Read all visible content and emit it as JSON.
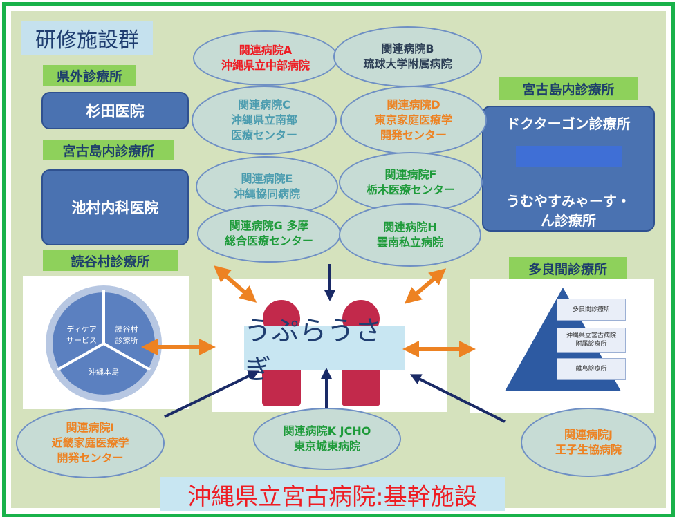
{
  "title": "研修施設群",
  "bottom_title": "沖縄県立宮古病院:基幹施設",
  "center_label": "うぷらうさぎ",
  "labels": {
    "kengai": "県外診療所",
    "miyako_left": "宮古島内診療所",
    "yomitan": "読谷村診療所",
    "miyako_right": "宮古島内診療所",
    "tarama": "多良間診療所"
  },
  "clinics": {
    "sugita": "杉田医院",
    "ikemura": "池村内科医院",
    "doctor_gon": "ドクターゴン診療所",
    "umuyasu_line1": "うむやすみゃーす・",
    "umuyasu_line2": "ん診療所"
  },
  "hospitals": [
    {
      "id": "A",
      "line1": "関連病院A",
      "line2": "沖縄県立中部病院",
      "line3": ""
    },
    {
      "id": "B",
      "line1": "関連病院B",
      "line2": "琉球大学附属病院",
      "line3": ""
    },
    {
      "id": "C",
      "line1": "関連病院C",
      "line2": "沖縄県立南部",
      "line3": "医療センター"
    },
    {
      "id": "D",
      "line1": "関連病院D",
      "line2": "東京家庭医療学",
      "line3": "開発センター"
    },
    {
      "id": "E",
      "line1": "関連病院E",
      "line2": "沖縄協同病院",
      "line3": ""
    },
    {
      "id": "F",
      "line1": "関連病院F",
      "line2": "栃木医療センター",
      "line3": ""
    },
    {
      "id": "G",
      "line1": "関連病院G 多摩",
      "line2": "総合医療センター",
      "line3": ""
    },
    {
      "id": "H",
      "line1": "関連病院H",
      "line2": "雲南私立病院",
      "line3": ""
    },
    {
      "id": "I",
      "line1": "関連病院I",
      "line2": "近畿家庭医療学",
      "line3": "開発センター"
    },
    {
      "id": "K",
      "line1": "関連病院K JCHO",
      "line2": "東京城東病院",
      "line3": ""
    },
    {
      "id": "J",
      "line1": "関連病院J",
      "line2": "王子生協病院",
      "line3": ""
    }
  ],
  "cycle": {
    "segment1_line1": "ディケア",
    "segment1_line2": "サービス",
    "segment2_line1": "読谷村",
    "segment2_line2": "診療所",
    "segment3": "沖縄本島"
  },
  "pyramid": {
    "box1": "多良間診療所",
    "box2_line1": "沖縄県立宮古病院",
    "box2_line2": "附属診療所",
    "box3": "離島診療所"
  },
  "colors": {
    "frame": "#19b24a",
    "background": "#d5e2bd",
    "label_green": "#8ed15b",
    "clinic_blue": "#4a72b1",
    "ellipse_fill": "#c7dcd5",
    "arrow_orange": "#ed8222",
    "arrow_navy": "#1a2a66",
    "text_red": "#ee1d24",
    "text_orange": "#ed8222",
    "text_green": "#1e9b3a",
    "text_teal": "#4b9caf"
  }
}
